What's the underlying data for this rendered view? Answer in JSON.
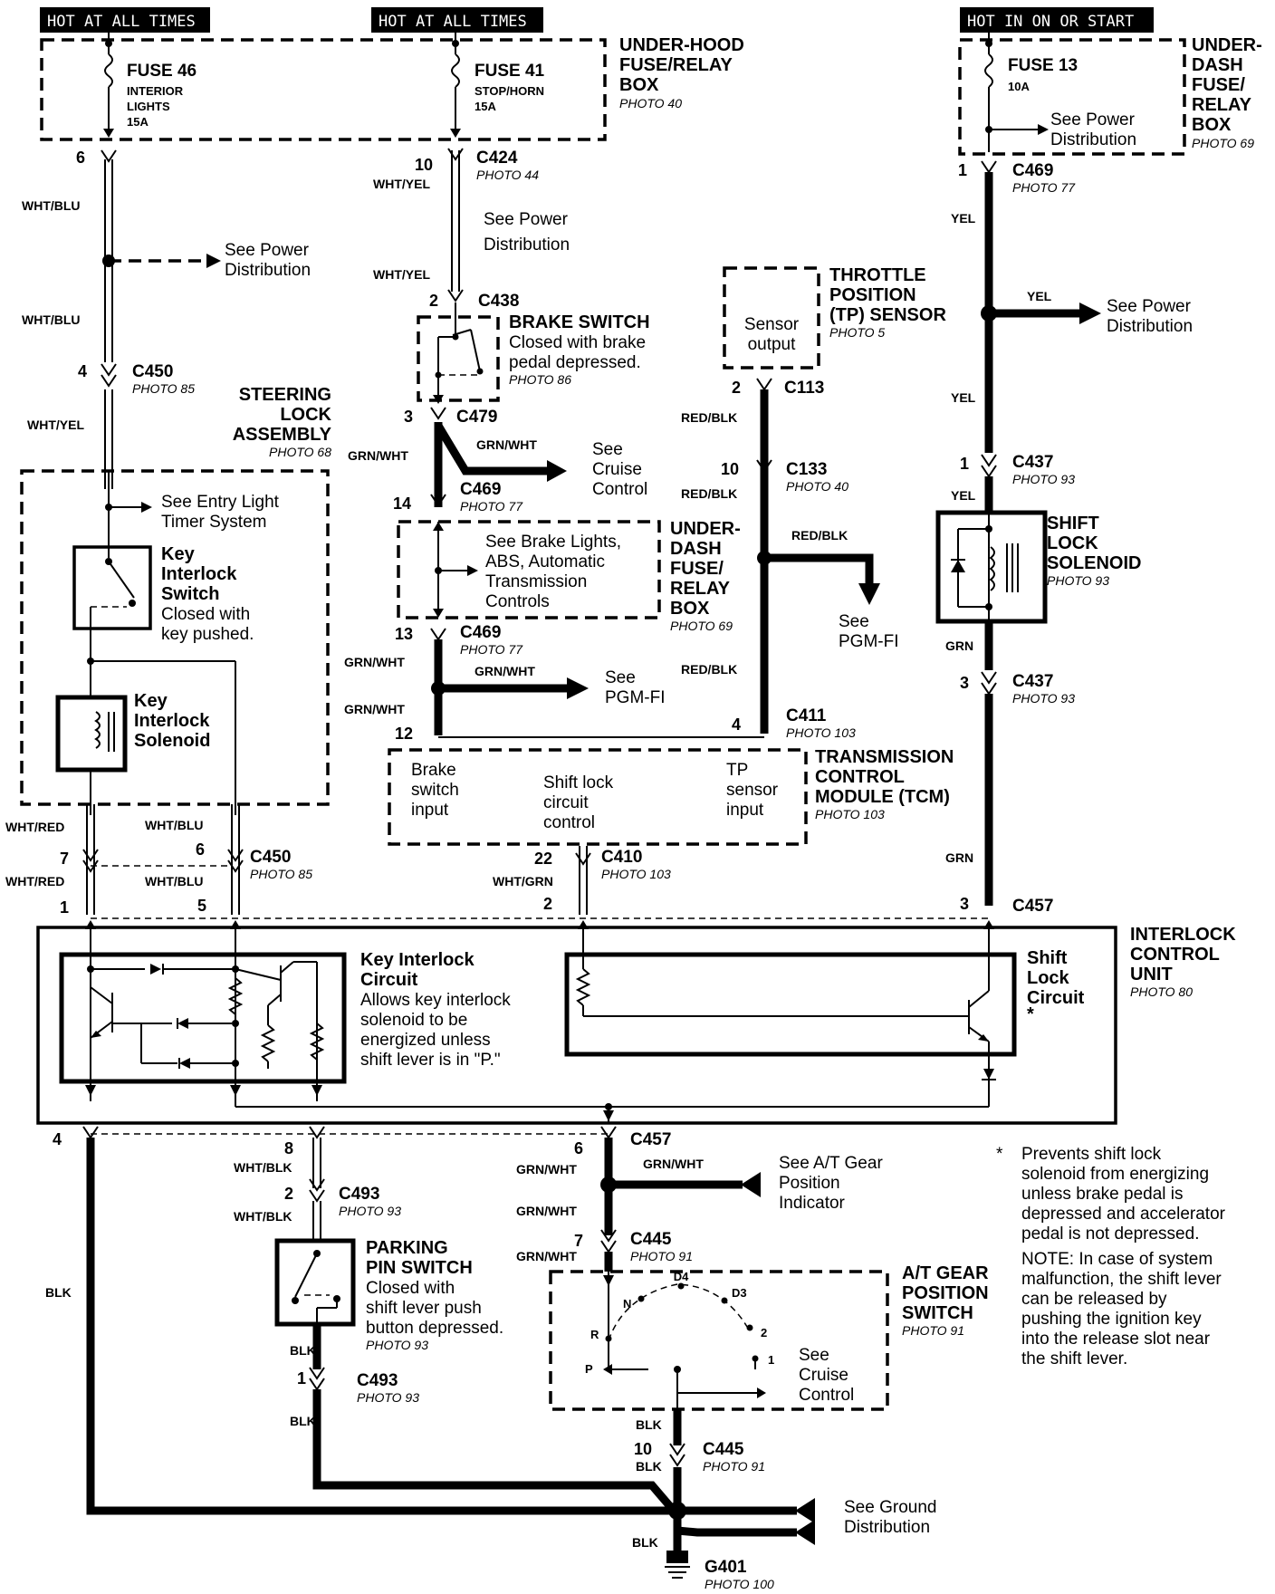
{
  "banners": {
    "hot_at_all_times_1": "HOT AT ALL TIMES",
    "hot_at_all_times_2": "HOT AT ALL TIMES",
    "hot_in_on_or_start": "HOT IN ON OR START"
  },
  "fuse_box_underhood": {
    "fuse46_title": "FUSE 46",
    "fuse46_l1": "INTERIOR",
    "fuse46_l2": "LIGHTS",
    "fuse46_l3": "15A",
    "fuse41_title": "FUSE 41",
    "fuse41_l1": "STOP/HORN",
    "fuse41_l2": "15A",
    "label_l1": "UNDER-HOOD",
    "label_l2": "FUSE/RELAY",
    "label_l3": "BOX",
    "photo": "PHOTO 40"
  },
  "fuse_box_underdash": {
    "fuse13_title": "FUSE 13",
    "fuse13_amp": "10A",
    "see_l1": "See Power",
    "see_l2": "Distribution",
    "label_l1": "UNDER-",
    "label_l2": "DASH",
    "label_l3": "FUSE/",
    "label_l4": "RELAY",
    "label_l5": "BOX",
    "photo": "PHOTO 69"
  },
  "connectors": {
    "c424": "C424",
    "c424_photo": "PHOTO 44",
    "c469_top": "C469",
    "c469_top_photo": "PHOTO 77",
    "c450_top": "C450",
    "c450_top_photo": "PHOTO 85",
    "c438": "C438",
    "c479": "C479",
    "c469_mid": "C469",
    "c469_mid_photo": "PHOTO 77",
    "c469_low": "C469",
    "c469_low_photo": "PHOTO 77",
    "c113": "C113",
    "c133": "C133",
    "c133_photo": "PHOTO 40",
    "c411": "C411",
    "c411_photo": "PHOTO 103",
    "c437_a": "C437",
    "c437_a_photo": "PHOTO 93",
    "c437_b": "C437",
    "c437_b_photo": "PHOTO 93",
    "c450_bot": "C450",
    "c450_bot_photo": "PHOTO 85",
    "c410": "C410",
    "c410_photo": "PHOTO 103",
    "c457_top": "C457",
    "c457_bot": "C457",
    "c493_a": "C493",
    "c493_a_photo": "PHOTO 93",
    "c493_b": "C493",
    "c493_b_photo": "PHOTO 93",
    "c445_a": "C445",
    "c445_a_photo": "PHOTO 91",
    "c445_b": "C445",
    "c445_b_photo": "PHOTO 91",
    "g401": "G401",
    "g401_photo": "PHOTO 100"
  },
  "pins": {
    "p6_top": "6",
    "p10_top": "10",
    "p1_top": "1",
    "p4_c450": "4",
    "p2_c438": "2",
    "p3_c479": "3",
    "p14": "14",
    "p13": "13",
    "p12": "12",
    "p2_c113": "2",
    "p10_c133": "10",
    "p4_c411": "4",
    "p1_c437": "1",
    "p3_c437": "3",
    "p7": "7",
    "p6_c450": "6",
    "p1": "1",
    "p5": "5",
    "p22": "22",
    "p2": "2",
    "p3": "3",
    "p4_icu": "4",
    "p8": "8",
    "p6_c457": "6",
    "p2_c493": "2",
    "p7_c445": "7",
    "p1_c493": "1",
    "p10_c445": "10"
  },
  "wires": {
    "wht_blu_1": "WHT/BLU",
    "wht_blu_2": "WHT/BLU",
    "wht_yel_1": "WHT/YEL",
    "wht_yel_2": "WHT/YEL",
    "wht_yel_3": "WHT/YEL",
    "yel_1": "YEL",
    "yel_2": "YEL",
    "yel_3": "YEL",
    "yel_4": "YEL",
    "grn_wht_1": "GRN/WHT",
    "grn_wht_2": "GRN/WHT",
    "grn_wht_3": "GRN/WHT",
    "grn_wht_4": "GRN/WHT",
    "grn_wht_5": "GRN/WHT",
    "red_blk_1": "RED/BLK",
    "red_blk_2": "RED/BLK",
    "red_blk_3": "RED/BLK",
    "red_blk_4": "RED/BLK",
    "grn_1": "GRN",
    "grn_2": "GRN",
    "wht_red_1": "WHT/RED",
    "wht_red_2": "WHT/RED",
    "wht_blu_3": "WHT/BLU",
    "wht_blu_4": "WHT/BLU",
    "wht_grn": "WHT/GRN",
    "wht_blk_1": "WHT/BLK",
    "wht_blk_2": "WHT/BLK",
    "grn_wht_6": "GRN/WHT",
    "grn_wht_7": "GRN/WHT",
    "grn_wht_8": "GRN/WHT",
    "grn_wht_9": "GRN/WHT",
    "blk_1": "BLK",
    "blk_2": "BLK",
    "blk_3": "BLK",
    "blk_4": "BLK",
    "blk_5": "BLK",
    "blk_6": "BLK"
  },
  "refs": {
    "power_dist_a_l1": "See Power",
    "power_dist_a_l2": "Distribution",
    "power_dist_b_l1": "See Power",
    "power_dist_b_l2": "Distribution",
    "power_dist_c_l1": "See Power",
    "power_dist_c_l2": "Distribution",
    "cruise_a_l1": "See",
    "cruise_a_l2": "Cruise",
    "cruise_a_l3": "Control",
    "pgm_fi_a_l1": "See",
    "pgm_fi_a_l2": "PGM-FI",
    "pgm_fi_b_l1": "See",
    "pgm_fi_b_l2": "PGM-FI",
    "entry_light_l1": "See Entry Light",
    "entry_light_l2": "Timer System",
    "brake_lights_l1": "See Brake Lights,",
    "brake_lights_l2": "ABS, Automatic",
    "brake_lights_l3": "Transmission",
    "brake_lights_l4": "Controls",
    "gear_ind_l1": "See A/T Gear",
    "gear_ind_l2": "Position",
    "gear_ind_l3": "Indicator",
    "cruise_b_l1": "See",
    "cruise_b_l2": "Cruise",
    "cruise_b_l3": "Control",
    "ground_l1": "See Ground",
    "ground_l2": "Distribution"
  },
  "components": {
    "brake_switch_title": "BRAKE SWITCH",
    "brake_switch_l1": "Closed with brake",
    "brake_switch_l2": "pedal depressed.",
    "brake_switch_photo": "PHOTO 86",
    "tp_title_l1": "THROTTLE",
    "tp_title_l2": "POSITION",
    "tp_title_l3": "(TP)  SENSOR",
    "tp_photo": "PHOTO 5",
    "tp_inner_l1": "Sensor",
    "tp_inner_l2": "output",
    "steering_l1": "STEERING",
    "steering_l2": "LOCK",
    "steering_l3": "ASSEMBLY",
    "steering_photo": "PHOTO 68",
    "kis_title_l1": "Key",
    "kis_title_l2": "Interlock",
    "kis_title_l3": "Switch",
    "kis_desc_l1": "Closed with",
    "kis_desc_l2": "key pushed.",
    "kisol_l1": "Key",
    "kisol_l2": "Interlock",
    "kisol_l3": "Solenoid",
    "underdash2_l1": "UNDER-",
    "underdash2_l2": "DASH",
    "underdash2_l3": "FUSE/",
    "underdash2_l4": "RELAY",
    "underdash2_l5": "BOX",
    "underdash2_photo": "PHOTO 69",
    "shift_lock_l1": "SHIFT",
    "shift_lock_l2": "LOCK",
    "shift_lock_l3": "SOLENOID",
    "shift_lock_photo": "PHOTO 93",
    "tcm_in1_l1": "Brake",
    "tcm_in1_l2": "switch",
    "tcm_in1_l3": "input",
    "tcm_in2_l1": "Shift lock",
    "tcm_in2_l2": "circuit",
    "tcm_in2_l3": "control",
    "tcm_in3_l1": "TP",
    "tcm_in3_l2": "sensor",
    "tcm_in3_l3": "input",
    "tcm_l1": "TRANSMISSION",
    "tcm_l2": "CONTROL",
    "tcm_l3": "MODULE (TCM)",
    "tcm_photo": "PHOTO 103",
    "icu_l1": "INTERLOCK",
    "icu_l2": "CONTROL",
    "icu_l3": "UNIT",
    "icu_photo": "PHOTO 80",
    "kic_title_l1": "Key Interlock",
    "kic_title_l2": "Circuit",
    "kic_desc_l1": "Allows key interlock",
    "kic_desc_l2": "solenoid to be",
    "kic_desc_l3": "energized unless",
    "kic_desc_l4": "shift lever is in \"P.\"",
    "slc_l1": "Shift",
    "slc_l2": "Lock",
    "slc_l3": "Circuit",
    "slc_star": "*",
    "pps_title_l1": "PARKING",
    "pps_title_l2": "PIN SWITCH",
    "pps_desc_l1": "Closed with",
    "pps_desc_l2": "shift lever push",
    "pps_desc_l3": "button depressed.",
    "pps_photo": "PHOTO 93",
    "atg_l1": "A/T GEAR",
    "atg_l2": "POSITION",
    "atg_l3": "SWITCH",
    "atg_photo": "PHOTO 91",
    "gear_d4": "D4",
    "gear_d3": "D3",
    "gear_n": "N",
    "gear_r": "R",
    "gear_2": "2",
    "gear_1": "1",
    "gear_p": "P"
  },
  "notes": {
    "star": "*",
    "star_l1": "Prevents shift lock",
    "star_l2": "solenoid from energizing",
    "star_l3": "unless brake pedal is",
    "star_l4": "depressed and accelerator",
    "star_l5": "pedal is not depressed.",
    "note_l1": "NOTE: In case of system",
    "note_l2": "malfunction, the shift lever",
    "note_l3": "can be released by",
    "note_l4": "pushing the ignition key",
    "note_l5": "into the release slot near",
    "note_l6": "the shift lever."
  }
}
